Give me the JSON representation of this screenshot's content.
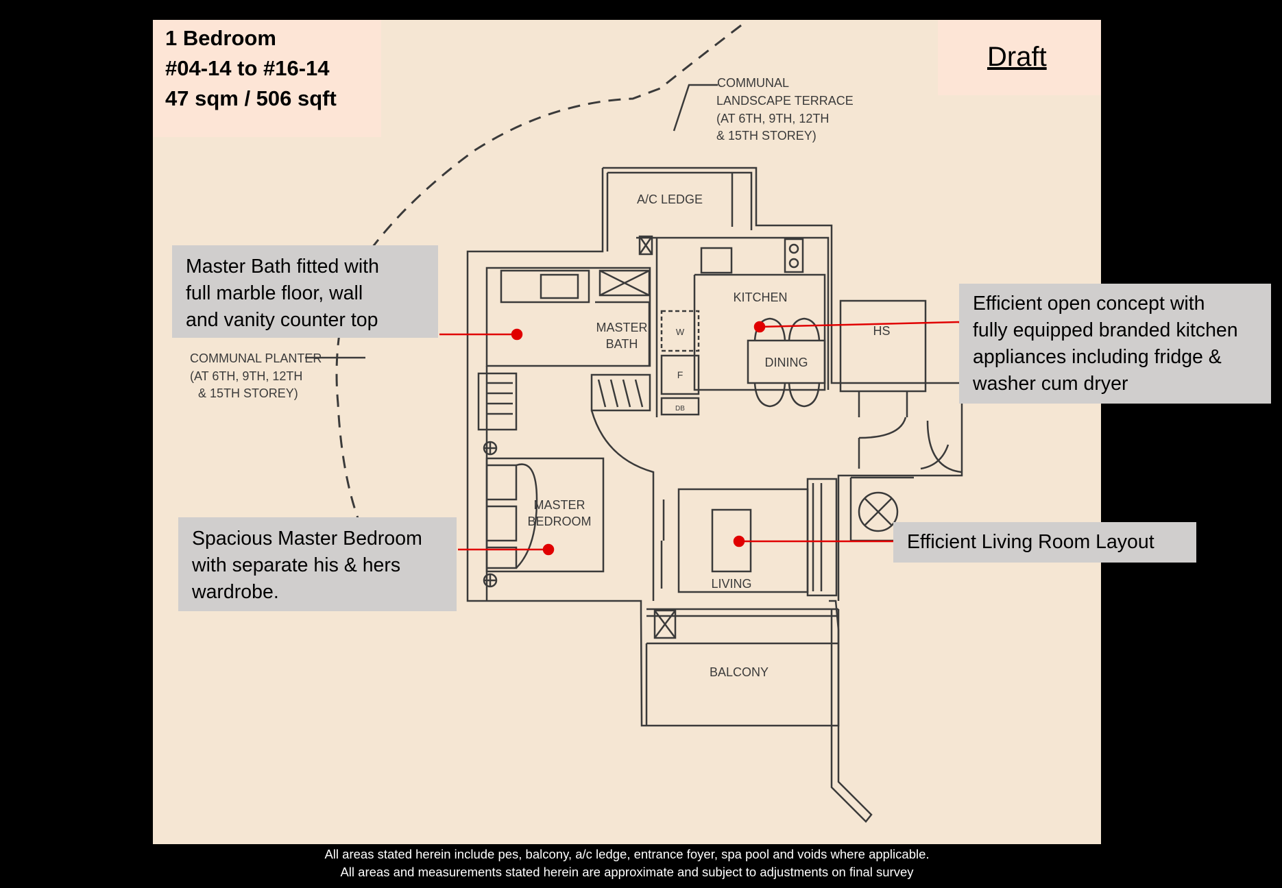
{
  "unit_info": {
    "type": "1 Bedroom",
    "units": "#04-14 to #16-14",
    "area": "47 sqm / 506 sqft"
  },
  "watermark": "Draft",
  "plan_labels": {
    "ac_ledge": "A/C LEDGE",
    "communal_landscape": [
      "COMMUNAL",
      "LANDSCAPE TERRACE",
      "(AT 6TH, 9TH, 12TH",
      "& 15TH STOREY)"
    ],
    "communal_planter": [
      "COMMUNAL PLANTER",
      "(AT 6TH, 9TH, 12TH",
      "& 15TH STOREY)"
    ],
    "kitchen": "KITCHEN",
    "master_bath": [
      "MASTER",
      "BATH"
    ],
    "dining": "DINING",
    "hs": "HS",
    "master_bedroom": [
      "MASTER",
      "BEDROOM"
    ],
    "living": "LIVING",
    "balcony": "BALCONY",
    "washer": "W",
    "fridge": "F",
    "db": "DB"
  },
  "callouts": {
    "master_bath": [
      "Master Bath fitted with",
      "full marble floor, wall",
      "and vanity counter top"
    ],
    "kitchen": [
      "Efficient open concept with",
      "fully equipped branded kitchen",
      "appliances including fridge &",
      "washer cum dryer"
    ],
    "bedroom": [
      "Spacious Master Bedroom",
      "with separate his & hers",
      "wardrobe."
    ],
    "living": [
      "Efficient Living Room Layout"
    ]
  },
  "footer": [
    "All areas stated herein include pes, balcony, a/c ledge, entrance foyer, spa pool and voids where applicable.",
    "All areas and measurements stated herein are approximate and subject to adjustments on final survey"
  ],
  "colors": {
    "background": "#000000",
    "plan": "#f5e6d3",
    "info_box": "#fde5d6",
    "callout": "#d0cecd",
    "pointer": "#e00000",
    "lines": "#3a3a3a"
  }
}
